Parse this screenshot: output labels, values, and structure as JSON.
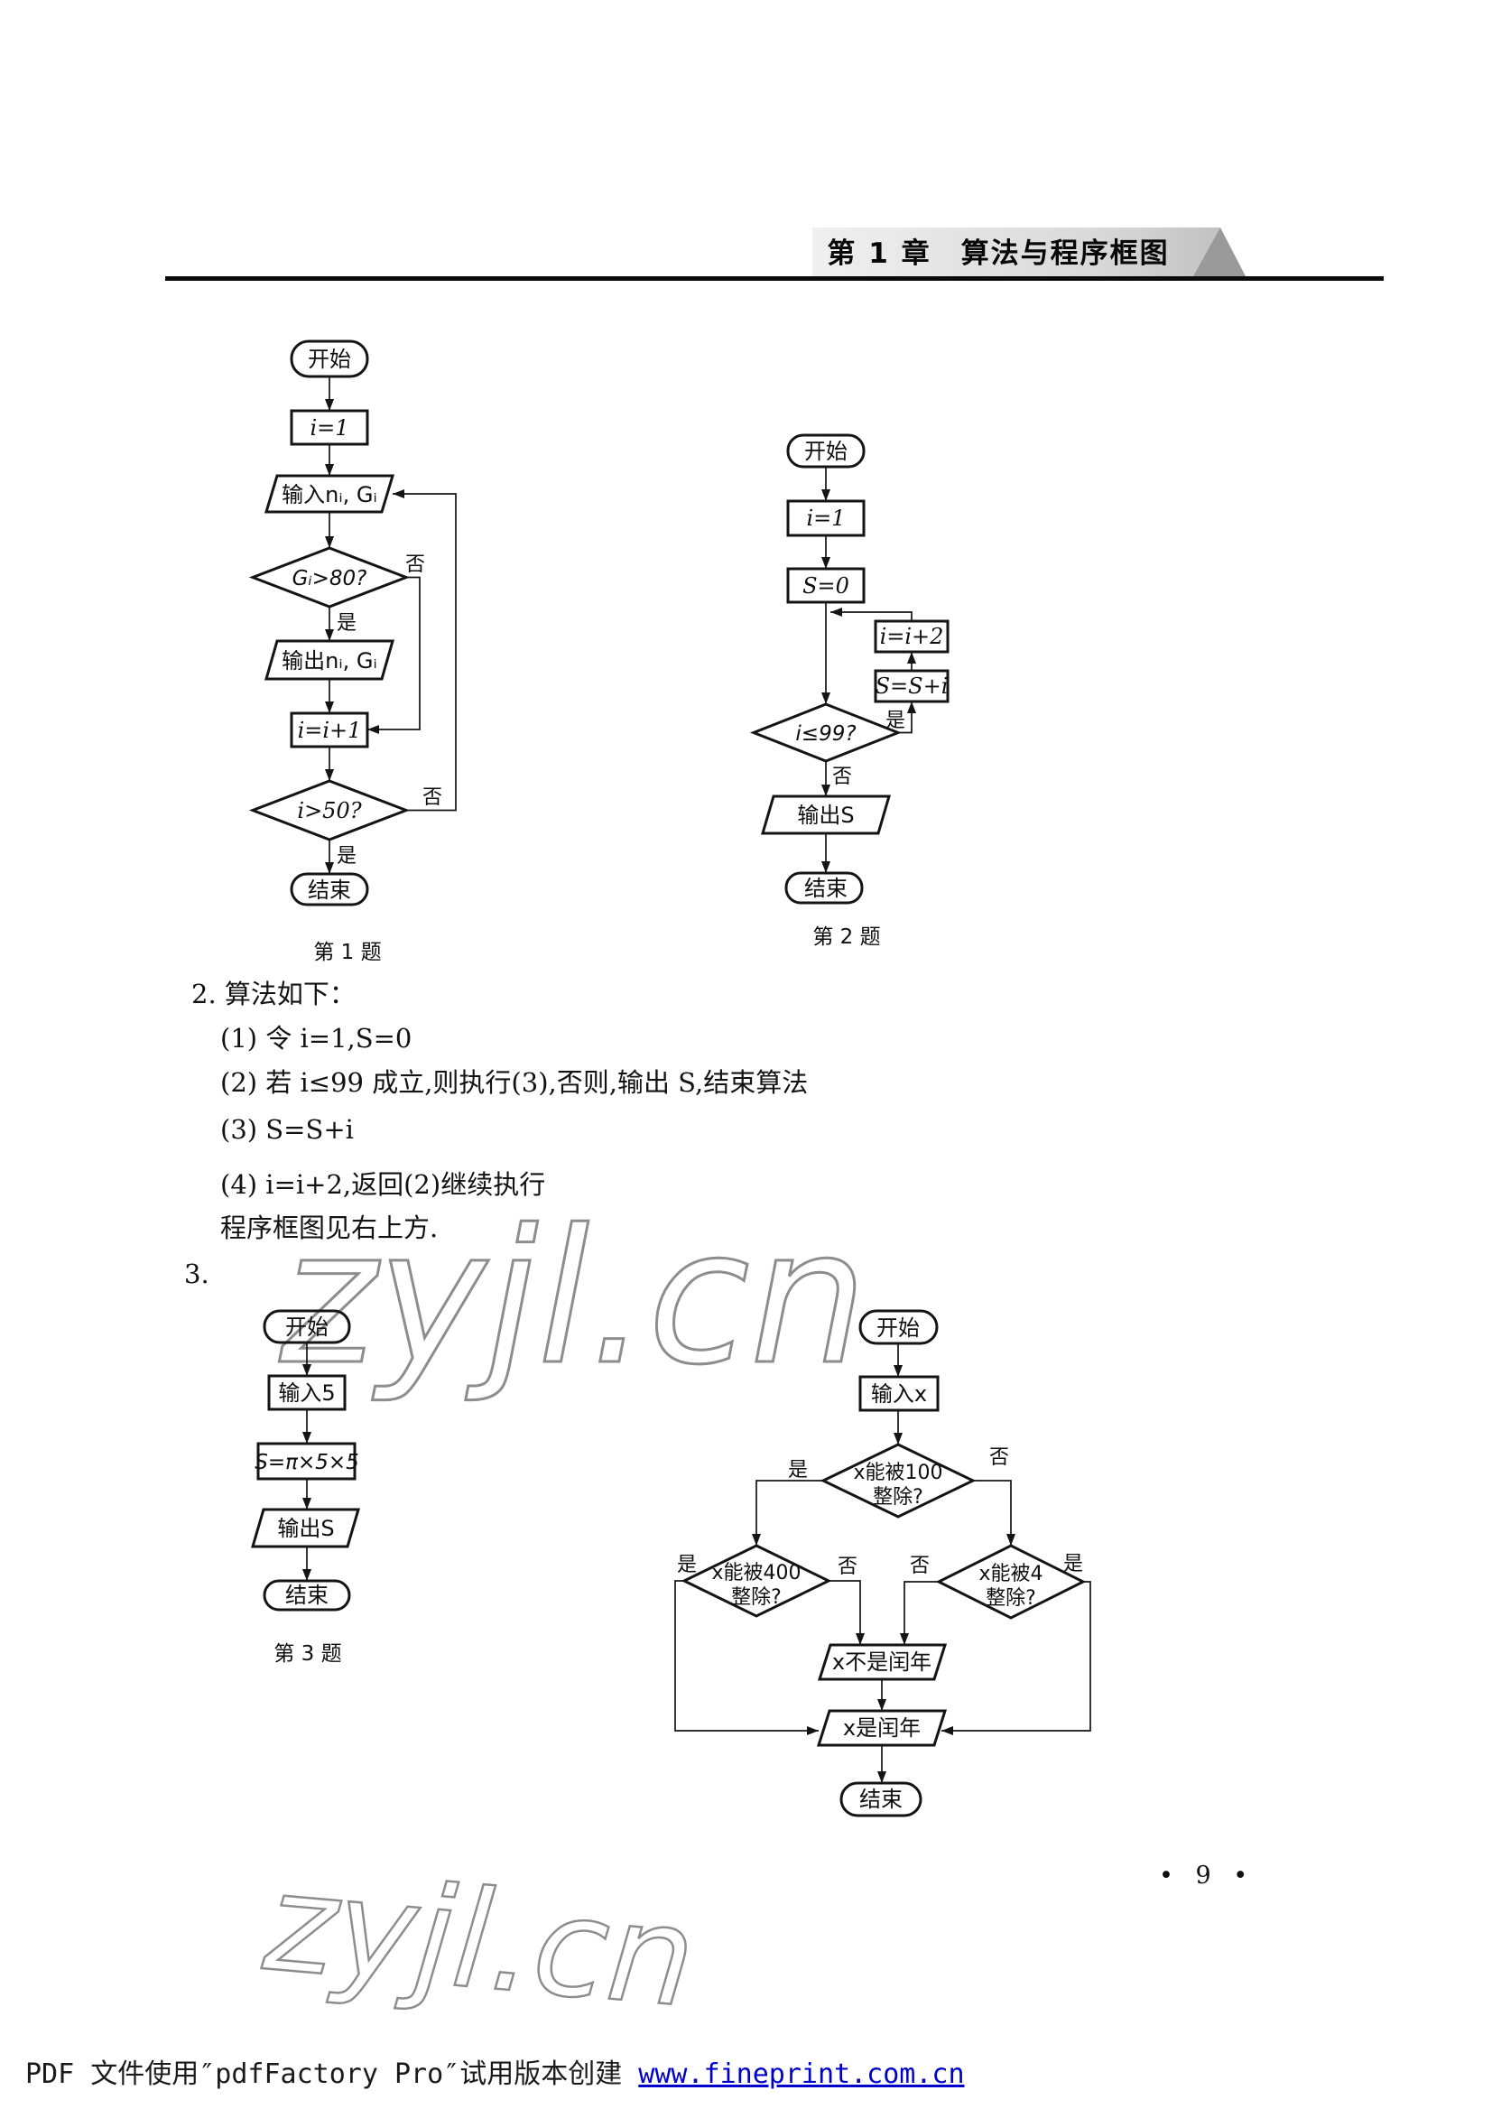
{
  "header": {
    "chapter": "第 1 章　算法与程序框图"
  },
  "common": {
    "yes": "是",
    "no": "否",
    "start": "开始",
    "end": "结束"
  },
  "fc1": {
    "caption": "第 1 题",
    "init": "i=1",
    "input": "输入nᵢ, Gᵢ",
    "cond_score": "Gᵢ>80?",
    "output": "输出nᵢ, Gᵢ",
    "inc": "i=i+1",
    "cond_count": "i>50?"
  },
  "fc2": {
    "caption": "第 2 题",
    "init": "i=1",
    "szero": "S=0",
    "cond": "i≤99?",
    "inc": "i=i+2",
    "add": "S=S+i",
    "output": "输出S"
  },
  "algorithm": {
    "heading": "2. 算法如下：",
    "steps": [
      "(1) 令 i=1,S=0",
      "(2) 若 i≤99 成立,则执行(3),否则,输出 S,结束算法",
      "(3) S=S+i",
      "(4) i=i+2,返回(2)继续执行"
    ],
    "note": "程序框图见右上方.",
    "item3": "3."
  },
  "fc3": {
    "caption": "第 3 题",
    "input": "输入5",
    "calc": "S=π×5×5",
    "output": "输出S"
  },
  "fc4": {
    "input": "输入x",
    "cond100_l1": "x能被100",
    "cond100_l2": "整除?",
    "cond400_l1": "x能被400",
    "cond400_l2": "整除?",
    "cond4_l1": "x能被4",
    "cond4_l2": "整除?",
    "not_leap": "x不是闰年",
    "leap": "x是闰年"
  },
  "watermark": {
    "text": "zyjl.cn"
  },
  "footer": {
    "text": "PDF 文件使用″pdfFactory Pro″试用版本创建 ",
    "link": "www.fineprint.com.cn"
  },
  "page": {
    "number": "• 9 •"
  }
}
